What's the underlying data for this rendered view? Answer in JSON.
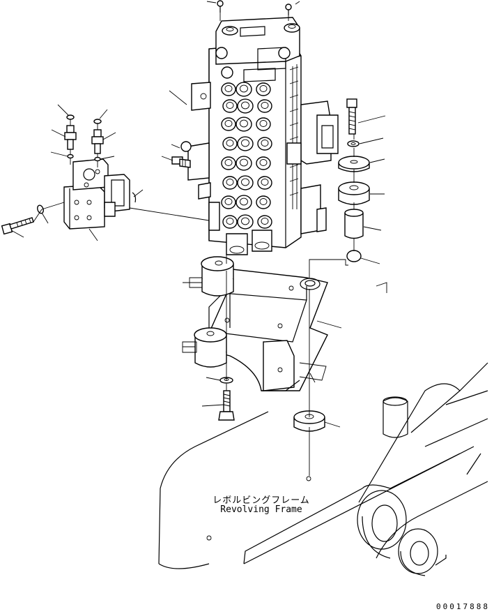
{
  "labels": {
    "frame_jp": "レボルビングフレーム",
    "frame_en": "Revolving Frame"
  },
  "drawing_number": "00017888"
}
